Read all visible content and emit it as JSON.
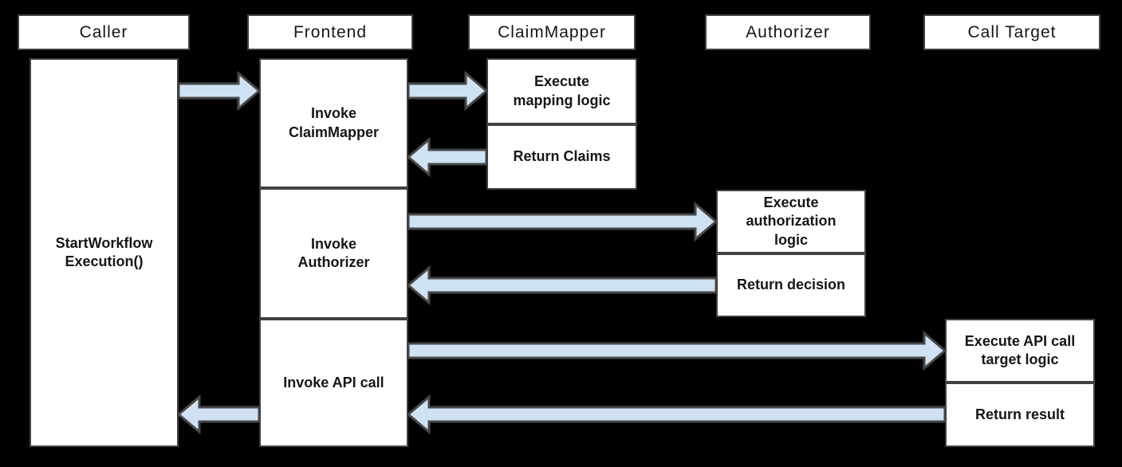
{
  "actors": [
    {
      "id": "caller",
      "name": "Caller"
    },
    {
      "id": "frontend",
      "name": "Frontend"
    },
    {
      "id": "claimmapper",
      "name": "ClaimMapper"
    },
    {
      "id": "authorizer",
      "name": "Authorizer"
    },
    {
      "id": "calltarget",
      "name": "Call Target"
    }
  ],
  "activations": {
    "caller": {
      "label": "StartWorkflow\nExecution()"
    },
    "frontend": {
      "sections": [
        {
          "label": "Invoke\nClaimMapper"
        },
        {
          "label": "Invoke\nAuthorizer"
        },
        {
          "label": "Invoke API call"
        }
      ]
    },
    "claimmapper": {
      "sections": [
        {
          "label": "Execute\nmapping logic"
        },
        {
          "label": "Return Claims"
        }
      ]
    },
    "authorizer": {
      "sections": [
        {
          "label": "Execute\nauthorization\nlogic"
        },
        {
          "label": "Return decision"
        }
      ]
    },
    "calltarget": {
      "sections": [
        {
          "label": "Execute API call\ntarget logic"
        },
        {
          "label": "Return result"
        }
      ]
    }
  },
  "messages": [
    {
      "from": "caller",
      "to": "frontend"
    },
    {
      "from": "frontend",
      "to": "claimmapper"
    },
    {
      "from": "claimmapper",
      "to": "frontend"
    },
    {
      "from": "frontend",
      "to": "authorizer"
    },
    {
      "from": "authorizer",
      "to": "frontend"
    },
    {
      "from": "frontend",
      "to": "calltarget"
    },
    {
      "from": "calltarget",
      "to": "frontend"
    },
    {
      "from": "frontend",
      "to": "caller"
    }
  ],
  "colors": {
    "background": "#000000",
    "box_fill": "#ffffff",
    "box_border": "#414141",
    "arrow_fill": "#cfe2f3",
    "arrow_stroke": "#474747",
    "text": "#161616"
  }
}
